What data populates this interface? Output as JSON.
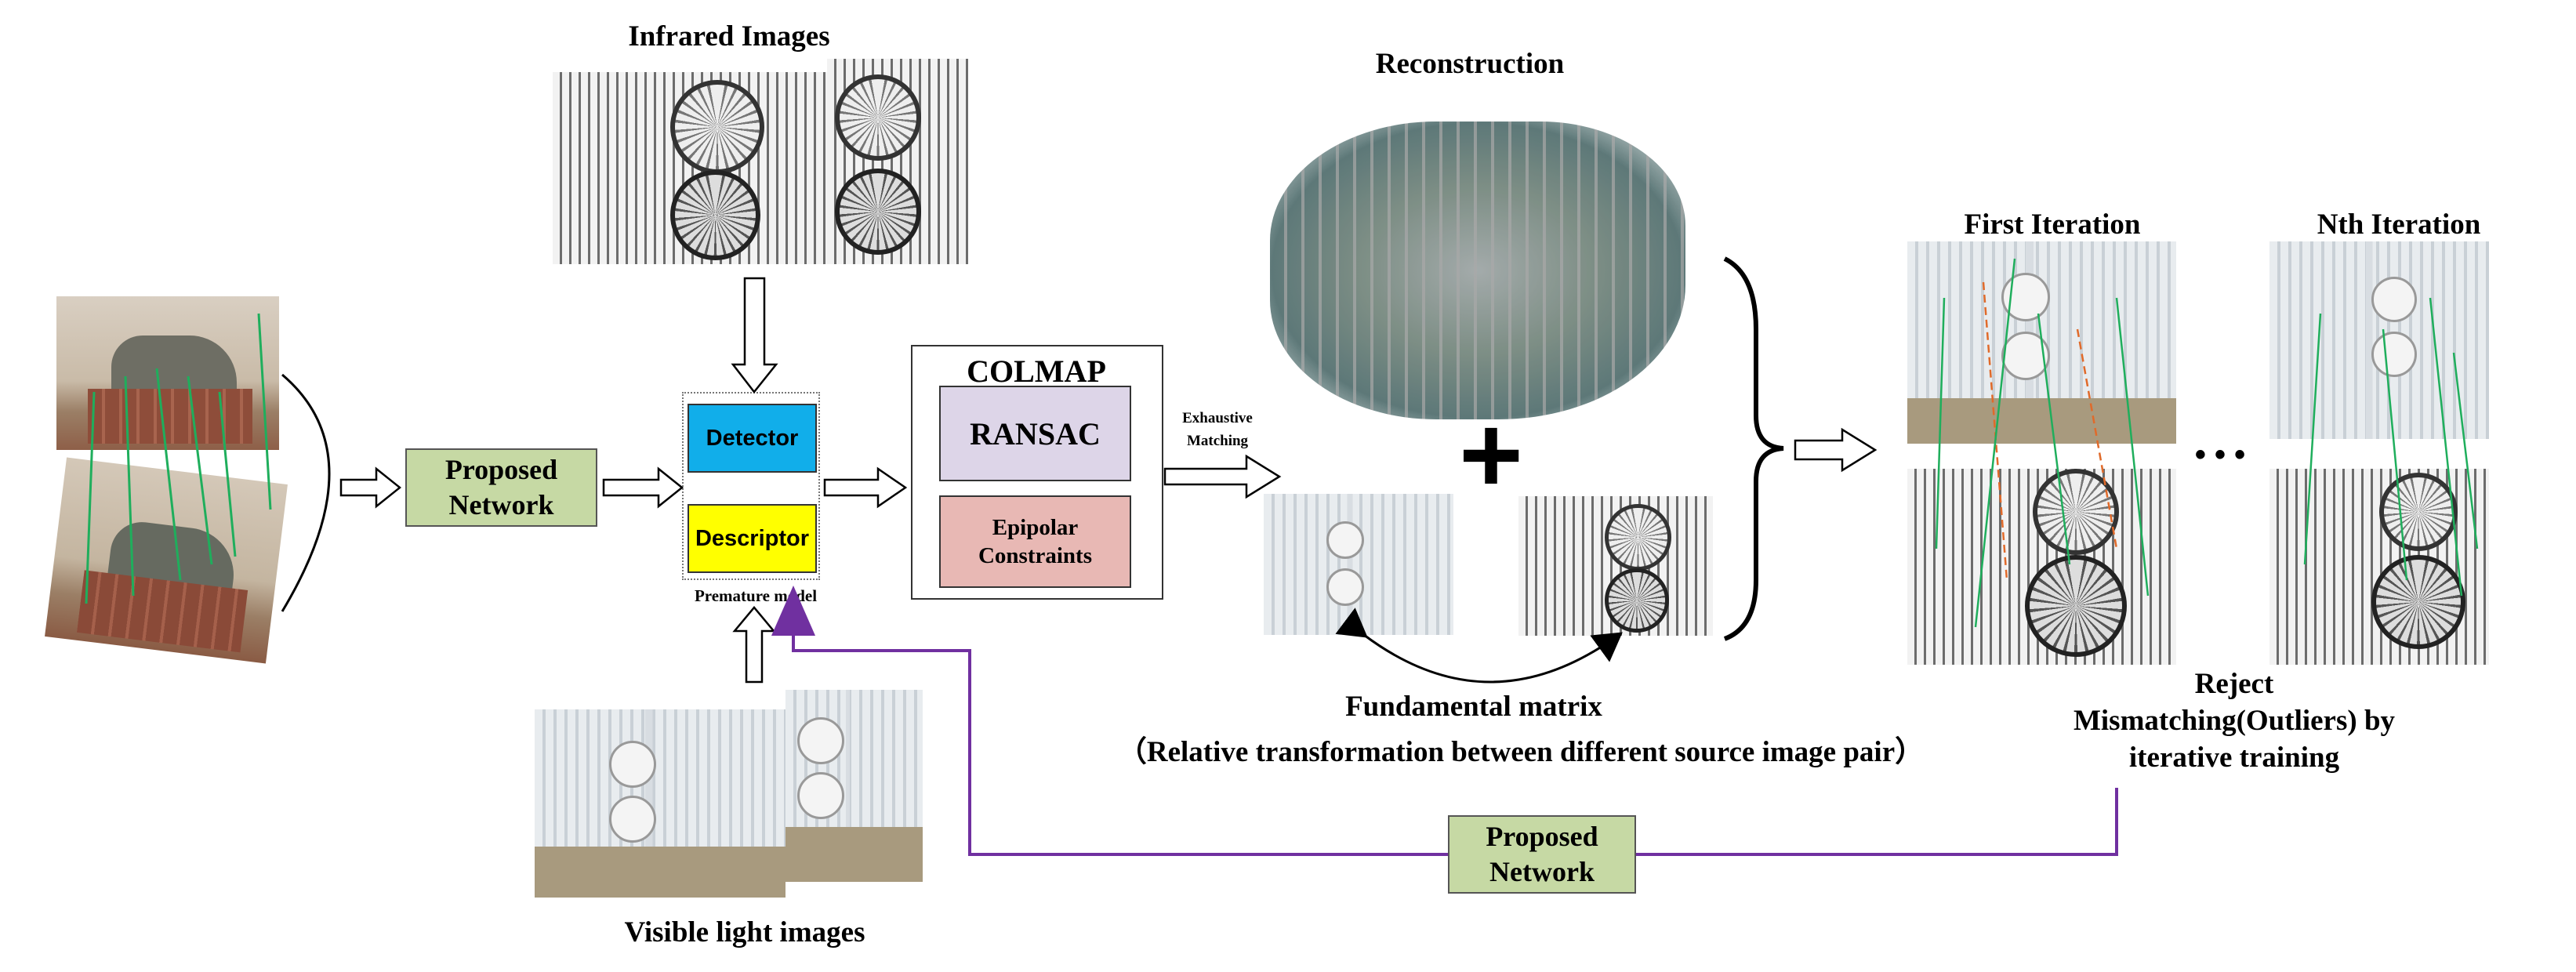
{
  "labels": {
    "infrared_images": "Infrared Images",
    "visible_light_images": "Visible light images",
    "proposed_network_left": [
      "Proposed",
      "Network"
    ],
    "detector": "Detector",
    "descriptor": "Descriptor",
    "premature_model": "Premature model",
    "colmap": "COLMAP",
    "ransac": "RANSAC",
    "epipolar": [
      "Epipolar",
      "Constraints"
    ],
    "exhaustive_matching": [
      "Exhaustive",
      "Matching"
    ],
    "reconstruction": "Reconstruction",
    "plus": "+",
    "fundamental_matrix": "Fundamental matrix",
    "relative_transformation": "（Relative transformation between different source image pair）",
    "first_iteration": "First Iteration",
    "nth_iteration": "Nth Iteration",
    "ellipsis": "• • •",
    "reject": [
      "Reject",
      "Mismatching(Outliers) by",
      "iterative training"
    ],
    "proposed_network_bottom": [
      "Proposed",
      "Network"
    ]
  },
  "colors": {
    "proposed_network_fill": "#c6d9a4",
    "detector_fill": "#11aeea",
    "descriptor_fill": "#ffff00",
    "ransac_fill": "#ddd5e8",
    "epipolar_fill": "#e8b8b4",
    "feedback_line": "#7030a0",
    "match_line": "#1fae5c",
    "outlier_line": "#e06a2a"
  }
}
